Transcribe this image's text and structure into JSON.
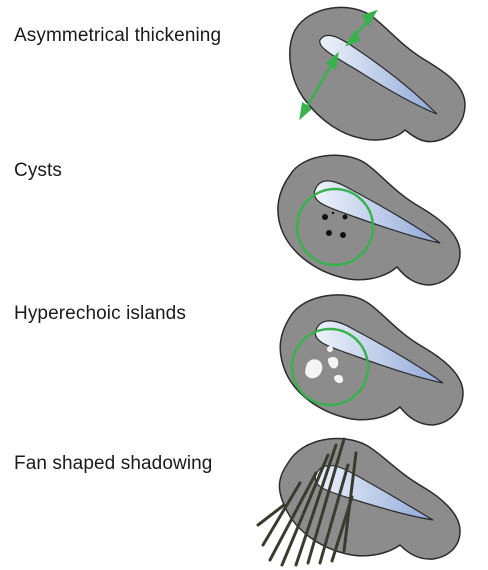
{
  "colors": {
    "tissue": "#8c8c8c",
    "tissue_stroke": "#2b2b2b",
    "cavity_light": "#eef3fb",
    "cavity_dark": "#8fa8d8",
    "marker": "#37b24d",
    "cyst": "#111111",
    "island": "#f4f4f4",
    "shadow": "#3a3a2e"
  },
  "panels": [
    {
      "id": "asymmetrical",
      "label": "Asymmetrical thickening"
    },
    {
      "id": "cysts",
      "label": "Cysts"
    },
    {
      "id": "hyperechoic",
      "label": "Hyperechoic islands"
    },
    {
      "id": "fan",
      "label": "Fan shaped shadowing"
    }
  ]
}
